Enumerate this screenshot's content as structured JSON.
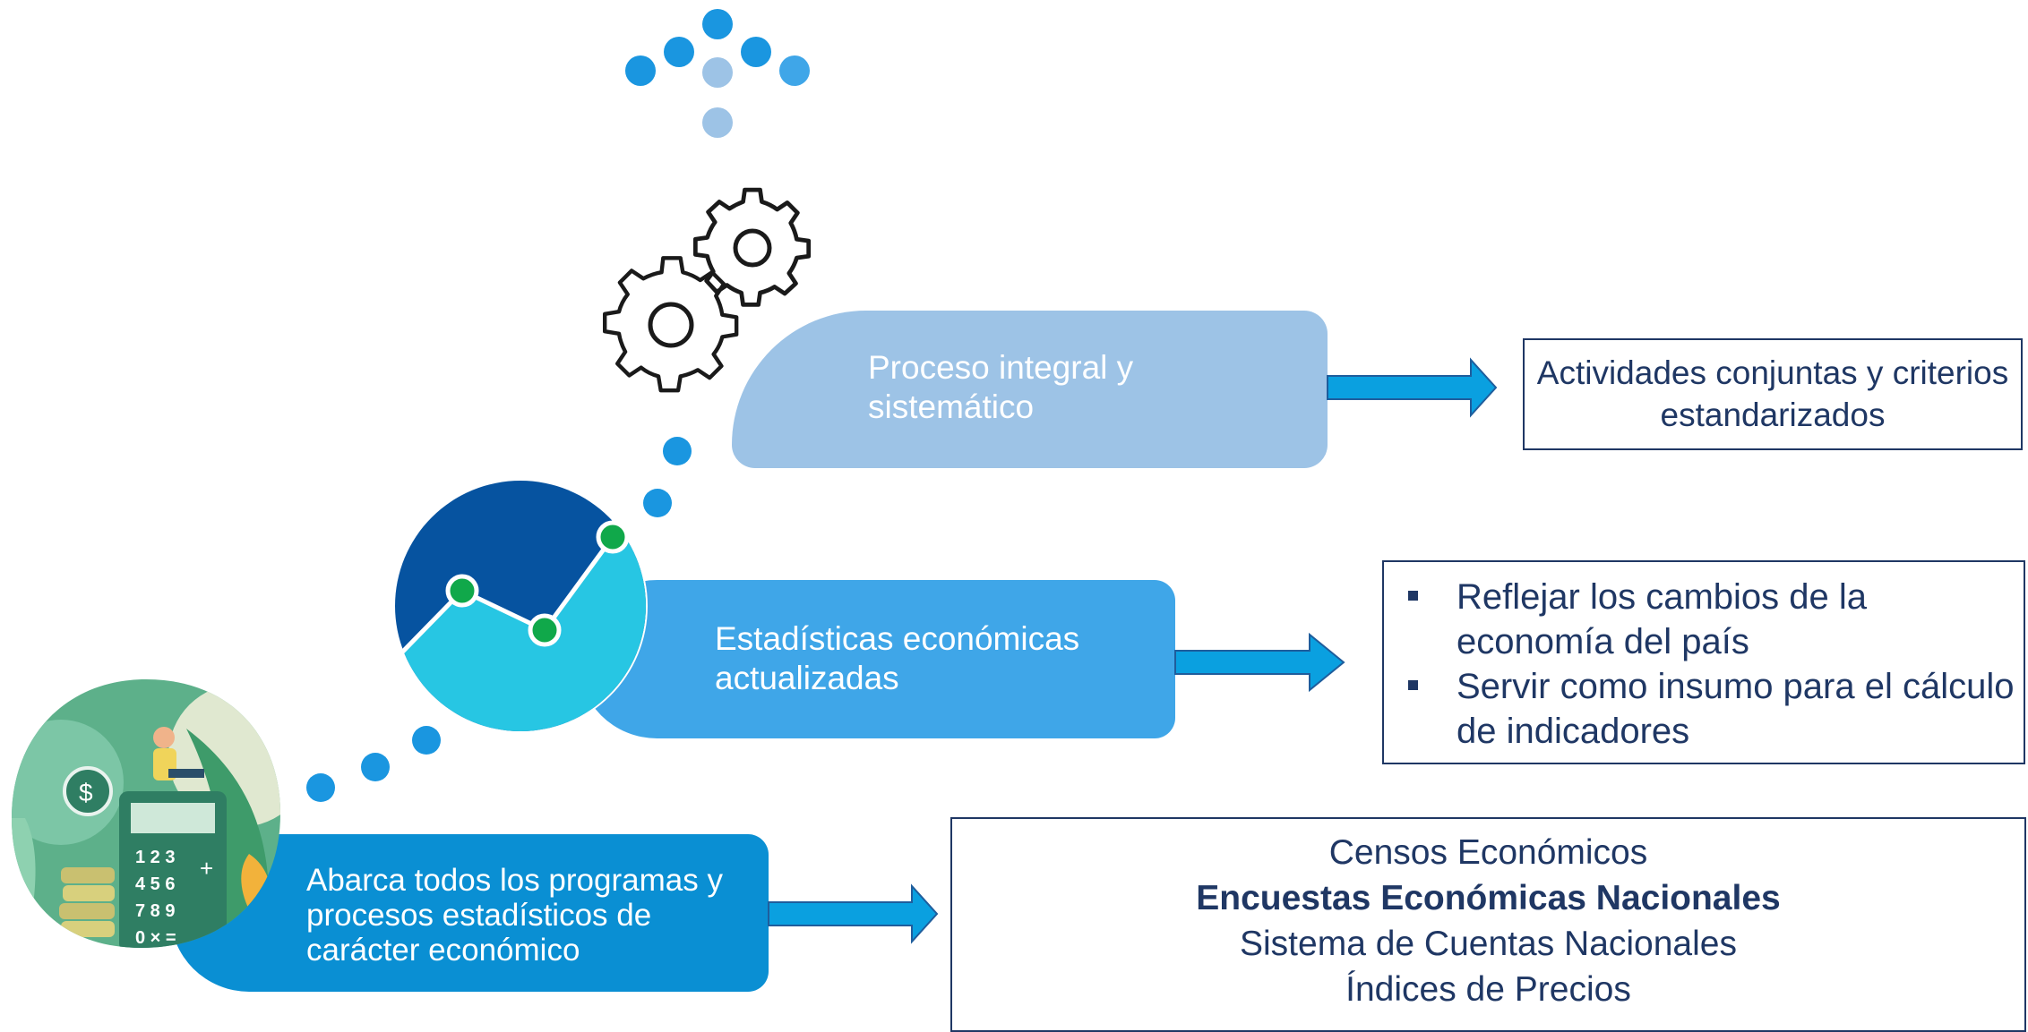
{
  "colors": {
    "dot_dark": "#1a96e0",
    "dot_light": "#9dc3e6",
    "arrow": "#0aa0e0",
    "arrow_border": "#1f5d9c",
    "box_border": "#1f3764",
    "chart_dark": "#0653a0",
    "chart_teal": "#27c6e3",
    "chart_node": "#10a84a"
  },
  "icons": [
    "dots-arrow-icon",
    "gears-icon",
    "line-chart-icon",
    "finance-illustration-icon"
  ],
  "levels": [
    {
      "label": "Proceso integral y sistemático",
      "result": "Actividades conjuntas y criterios estandarizados"
    },
    {
      "label": "Estadísticas económicas actualizadas",
      "result_items": [
        "Reflejar los cambios de la economía del país",
        "Servir como insumo para el cálculo de indicadores"
      ]
    },
    {
      "label": "Abarca todos los programas y procesos estadísticos de carácter económico",
      "programs": [
        "Censos Económicos",
        "Encuestas Económicas Nacionales",
        "Sistema de Cuentas Nacionales",
        "Índices de Precios"
      ]
    }
  ]
}
